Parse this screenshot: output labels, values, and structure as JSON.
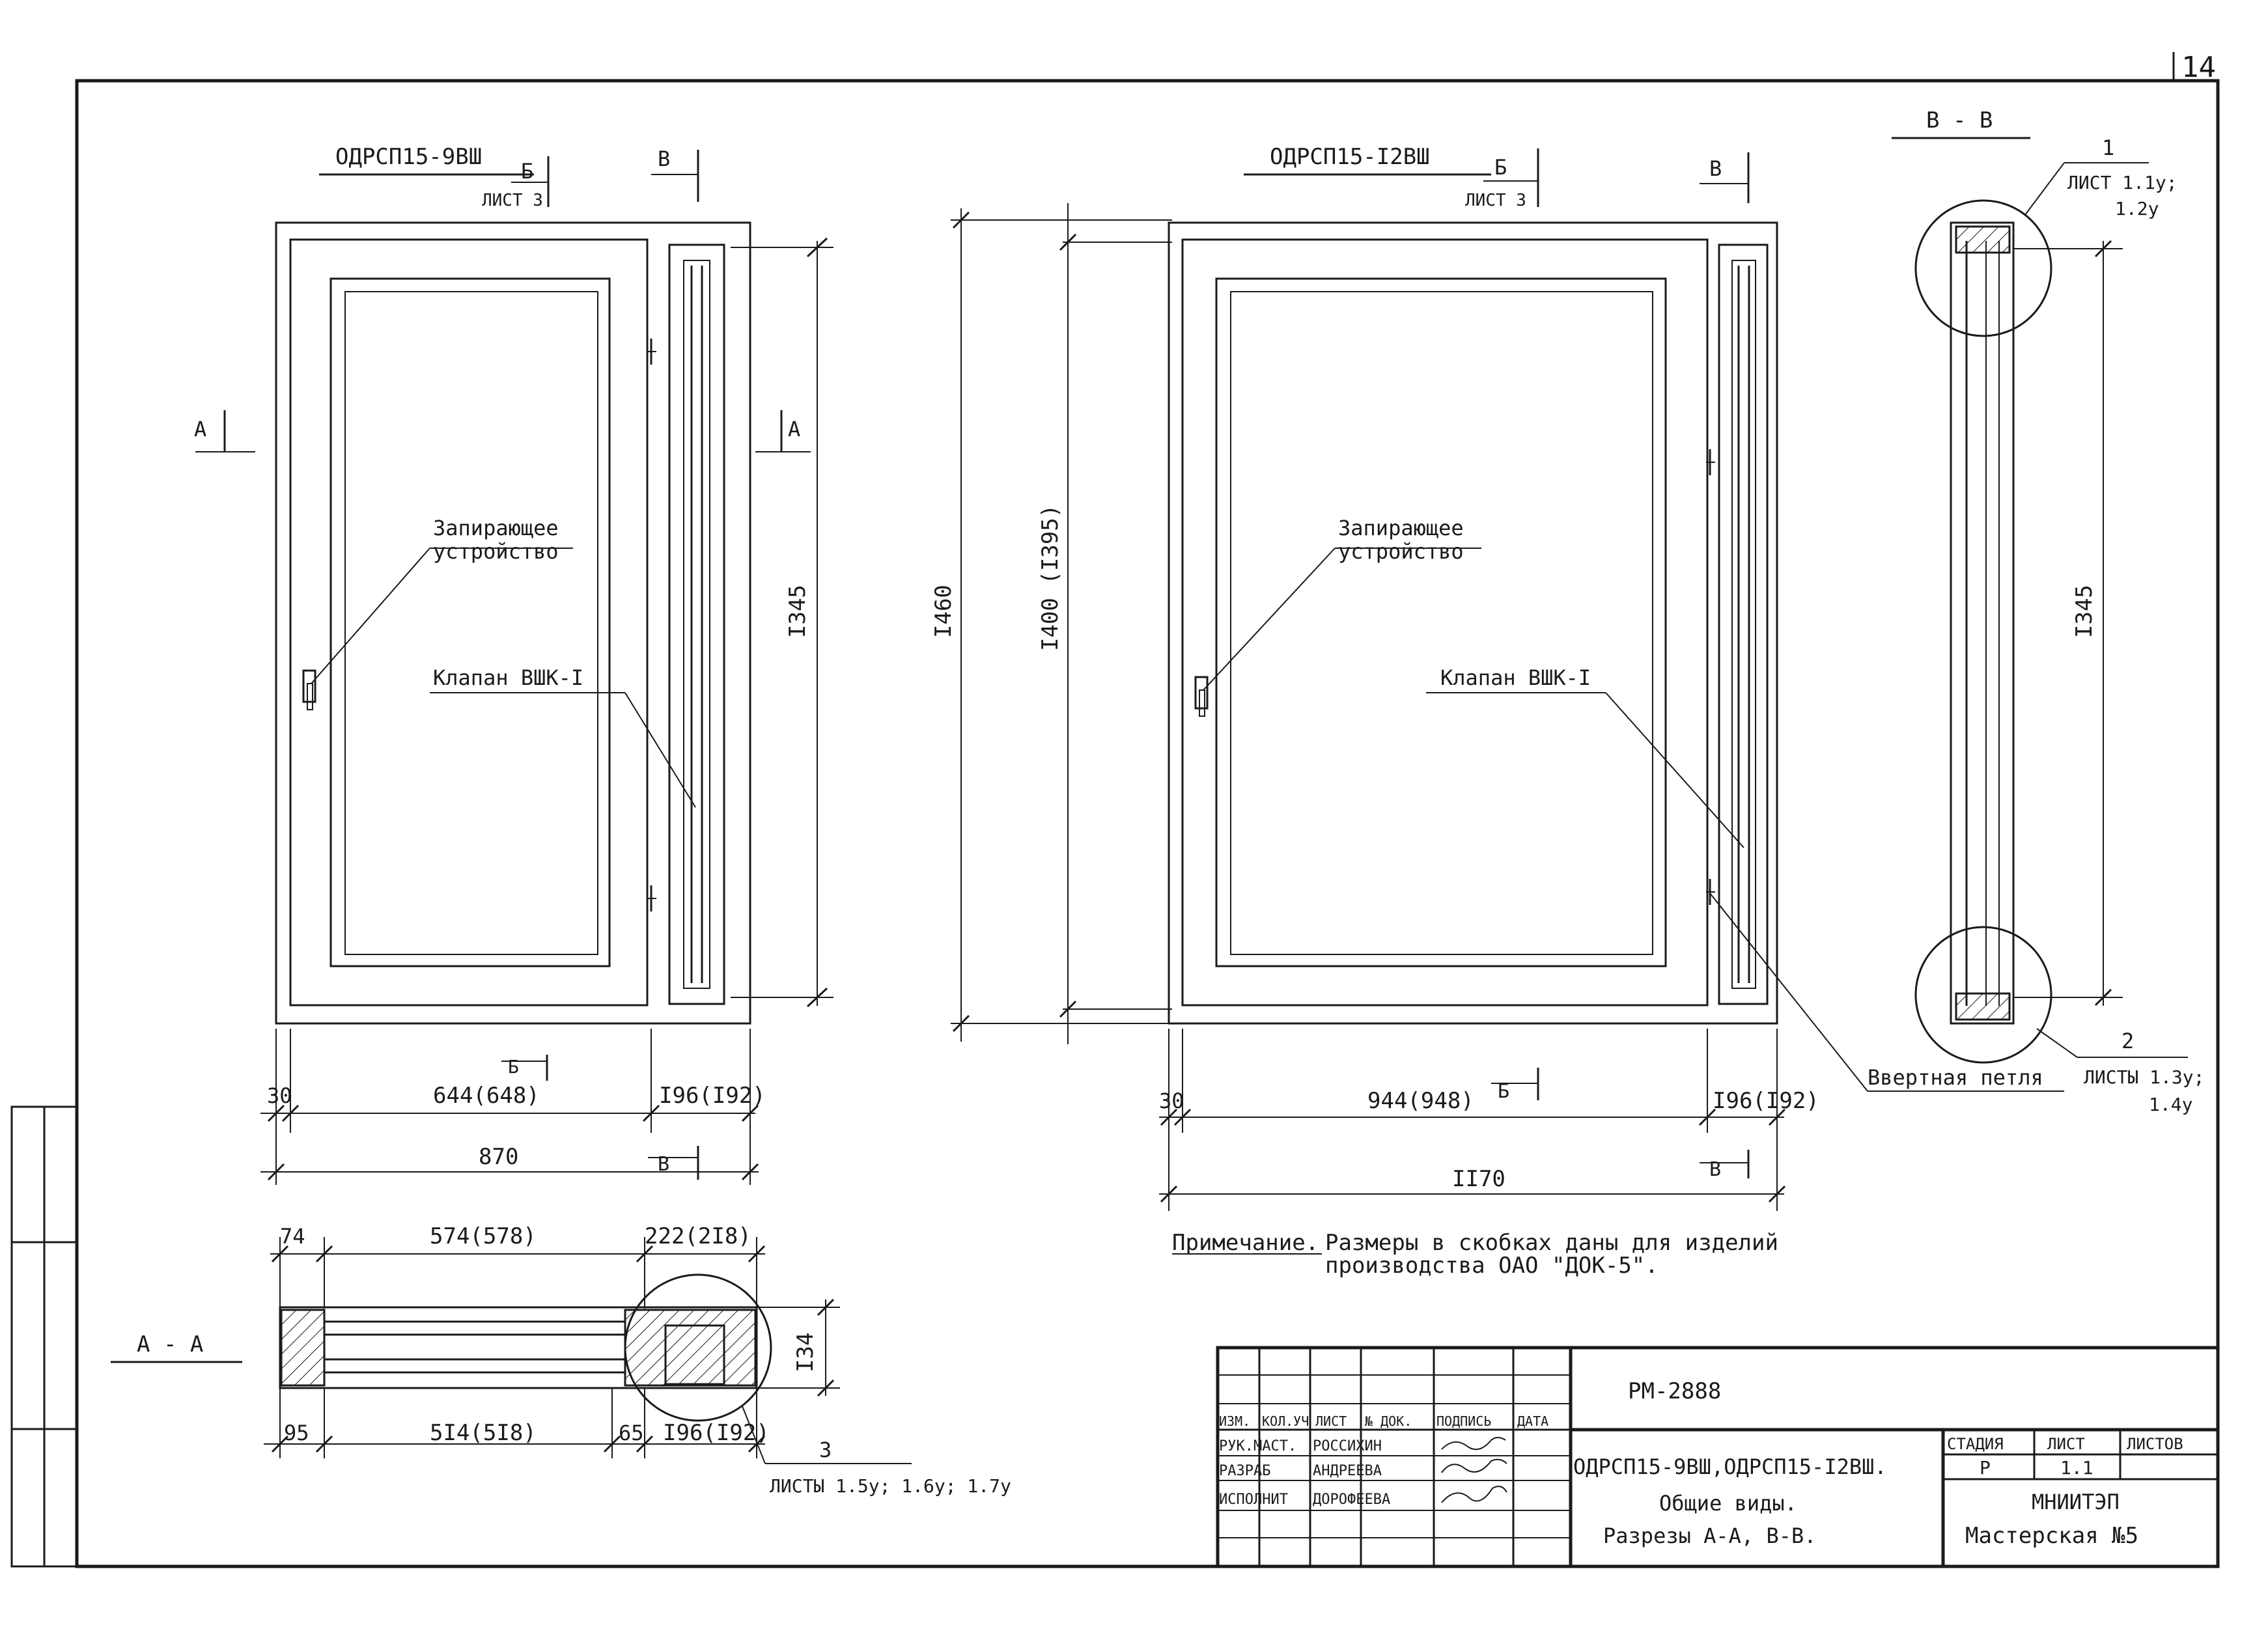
{
  "page_number": "14",
  "left_view": {
    "title": "ОДРСП15-9ВШ",
    "cut_b": "Б",
    "cut_b_sheet": "ЛИСТ 3",
    "cut_v": "В",
    "cut_a": "А",
    "lock_label_line1": "Запирающее",
    "lock_label_line2": "устройство",
    "valve_label": "Клапан ВШК-I",
    "dim_height_inner": "I345",
    "dim_row1_left": "30",
    "dim_row1_mid": "644(648)",
    "dim_row1_right": "I96(I92)",
    "dim_total": "870"
  },
  "section_aa": {
    "label": "А - А",
    "dim_top_left": "74",
    "dim_top_mid": "574(578)",
    "dim_top_right": "222(2I8)",
    "dim_height": "I34",
    "dim_bot_left": "95",
    "dim_bot_mid": "5I4(5I8)",
    "dim_bot_small": "65",
    "dim_bot_right": "I96(I92)",
    "callout_num": "3",
    "callout_sheets": "ЛИСТЫ 1.5у; 1.6у; 1.7у"
  },
  "middle_dims": {
    "dim_outer": "I460",
    "dim_inner": "I400 (I395)"
  },
  "right_view": {
    "title": "ОДРСП15-I2ВШ",
    "cut_b": "Б",
    "cut_b_sheet": "ЛИСТ 3",
    "cut_v": "В",
    "lock_label_line1": "Запирающее",
    "lock_label_line2": "устройство",
    "valve_label": "Клапан ВШК-I",
    "hinge_label": "Ввертная петля",
    "dim_row1_left": "30",
    "dim_row1_mid": "944(948)",
    "dim_row1_right": "I96(I92)",
    "dim_total": "II70"
  },
  "section_vv": {
    "label": "В - В",
    "callout1_num": "1",
    "callout1_sheet_line1": "ЛИСТ 1.1у;",
    "callout1_sheet_line2": "1.2у",
    "dim_height": "I345",
    "callout2_num": "2",
    "callout2_sheet_line1": "ЛИСТЫ 1.3у;",
    "callout2_sheet_line2": "1.4у"
  },
  "note": {
    "prefix": "Примечание.",
    "line1": "Размеры в скобках даны для изделий",
    "line2": "производства ОАО \"ДОК-5\"."
  },
  "title_block": {
    "doc_code": "РМ-2888",
    "headers": [
      "ИЗМ.",
      "КОЛ.УЧ",
      "ЛИСТ",
      "№ ДОК.",
      "ПОДПИСЬ",
      "ДАТА"
    ],
    "rows": [
      {
        "role": "РУК.МАСТ.",
        "name": "РОССИХИН"
      },
      {
        "role": "РАЗРАБ",
        "name": "АНДРЕЕВА"
      },
      {
        "role": "ИСПОЛНИТ",
        "name": "ДОРОФЕЕВА"
      }
    ],
    "product_line": "ОДРСП15-9ВШ,ОДРСП15-I2ВШ.",
    "desc_line1": "Общие виды.",
    "desc_line2": "Разрезы  А-А, В-В.",
    "stage_header": "СТАДИЯ",
    "sheet_header": "ЛИСТ",
    "sheets_header": "ЛИСТОВ",
    "stage": "Р",
    "sheet": "1.1",
    "org": "МНИИТЭП",
    "workshop": "Мастерская №5"
  }
}
